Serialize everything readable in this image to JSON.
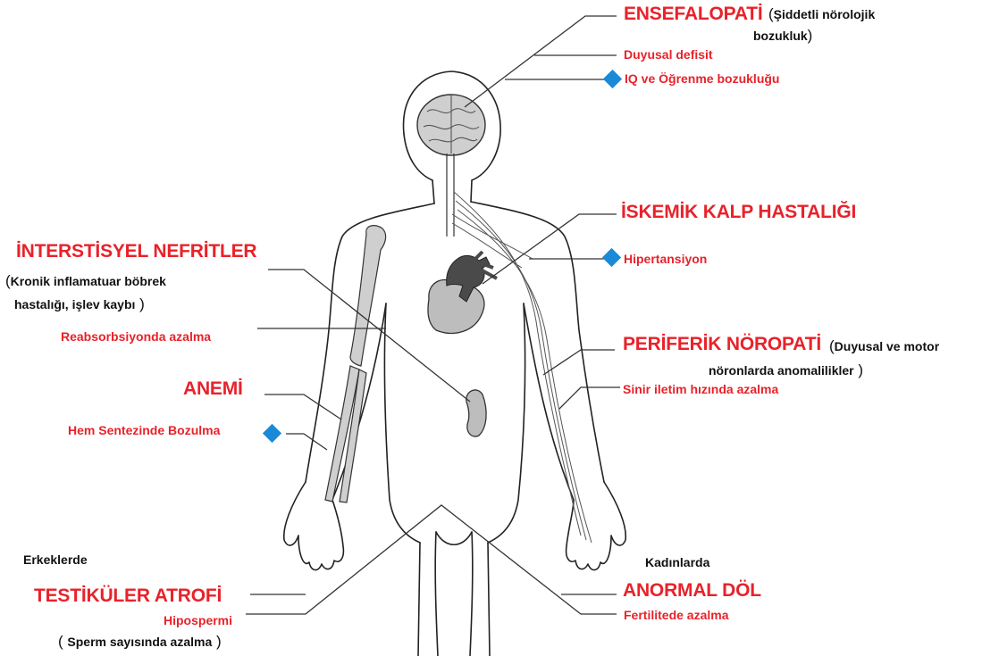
{
  "colors": {
    "heading": "#e8222a",
    "note": "#111111",
    "diamond": "#1a8ad8",
    "outline": "#222222",
    "organ_fill": "#bdbdbd",
    "organ_dark": "#4a4a4a",
    "leader": "#333333"
  },
  "labels": {
    "ensefalopati": "ENSEFALOPATİ",
    "ensefalopati_note_1": "Şiddetli nörolojik",
    "ensefalopati_note_2": "bozukluk",
    "duyusal_defisit": "Duyusal defisit",
    "iq": "IQ ve Öğrenme bozukluğu",
    "iskemik": "İSKEMİK KALP HASTALIĞI",
    "hipertansiyon": "Hipertansiyon",
    "interstisyel": "İNTERSTİSYEL NEFRİTLER",
    "kronik_1": "Kronik inflamatuar böbrek",
    "kronik_2": "hastalığı, işlev kaybı",
    "reabsorbsiyon": "Reabsorbsiyonda azalma",
    "periferik": "PERİFERİK NÖROPATİ",
    "periferik_note_1": "Duyusal ve motor",
    "periferik_note_2": "nöronlarda anomalilikler",
    "sinir": "Sinir iletim hızında azalma",
    "anemi": "ANEMİ",
    "hem": "Hem Sentezinde Bozulma",
    "erkeklerde": "Erkeklerde",
    "kadinlarda": "Kadınlarda",
    "testikuler": "TESTİKÜLER ATROFİ",
    "hipospermi": "Hipospermi",
    "sperm": "Sperm sayısında azalma",
    "anormal": "ANORMAL DÖL",
    "fertilite": "Fertilitede azalma"
  },
  "icons": [
    "iq-diamond-icon",
    "hipertansiyon-diamond-icon",
    "hem-diamond-icon"
  ]
}
